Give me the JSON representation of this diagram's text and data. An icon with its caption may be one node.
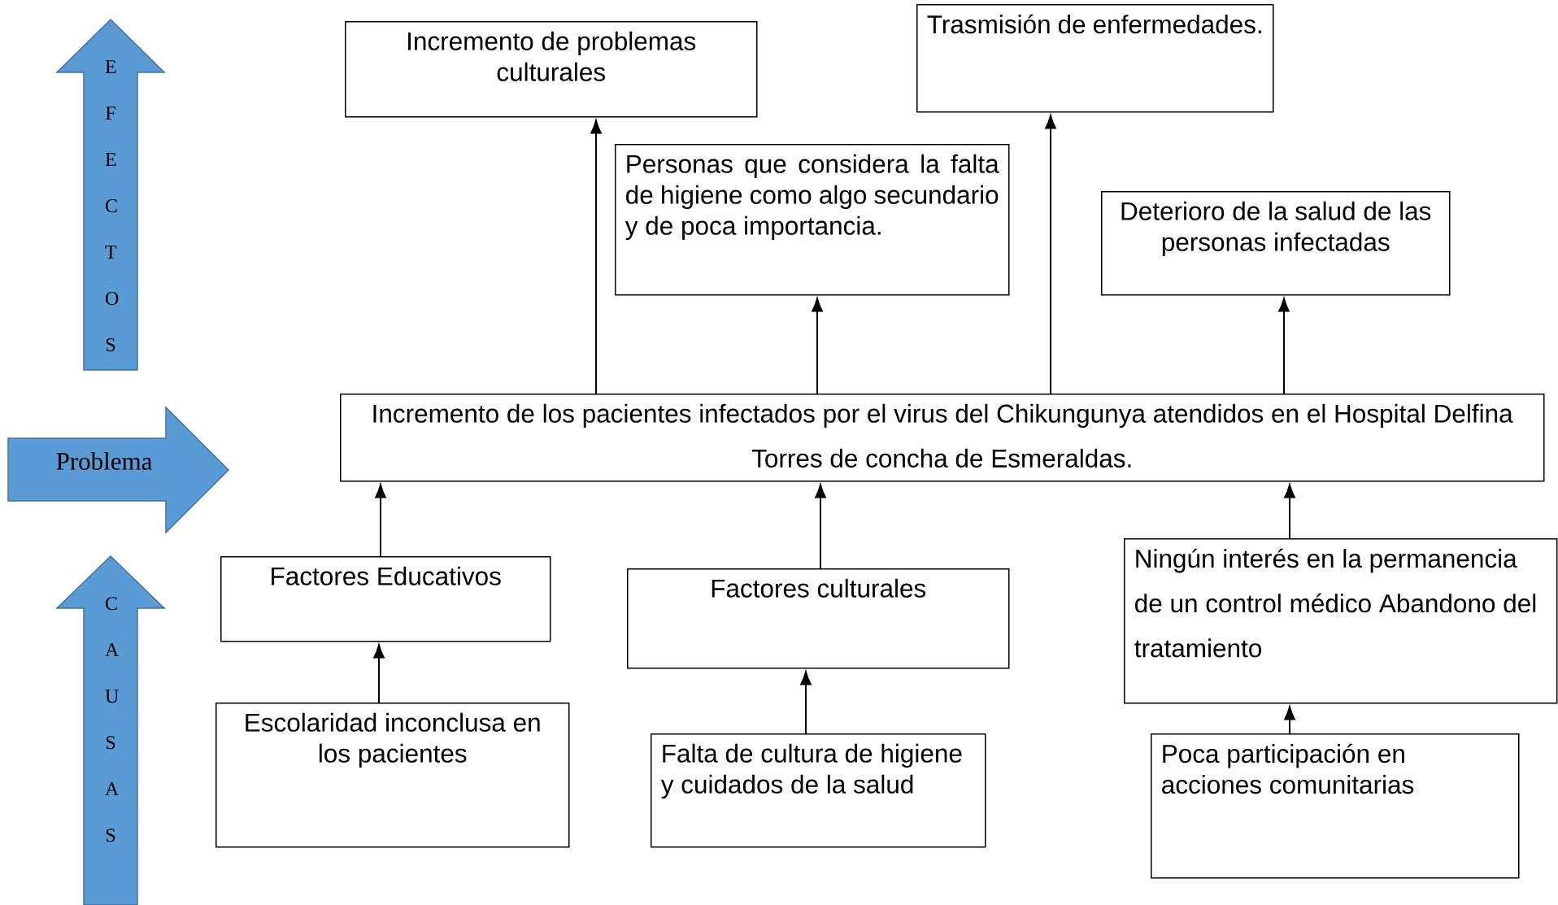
{
  "diagram": {
    "nodes": [
      {
        "text": [
          "Incremento de problemas culturales"
        ]
      },
      {
        "text": [
          "Trasmisión de enfermedades."
        ]
      },
      {
        "text": [
          "Personas que considera la falta de higiene como algo secundario y de poca importancia."
        ]
      },
      {
        "text": [
          "Deterioro de la salud de las personas infectadas"
        ]
      },
      {
        "text": [
          "Incremento de los pacientes infectados por el virus del Chikungunya atendidos en el Hospital Delfina Torres de concha de Esmeraldas."
        ]
      },
      {
        "text": [
          "Factores Educativos"
        ]
      },
      {
        "text": [
          "Factores culturales"
        ]
      },
      {
        "text": [
          "Ningún interés en la permanencia de un control médico Abandono del tratamiento"
        ]
      },
      {
        "text": [
          "Escolaridad inconclusa en los pacientes"
        ]
      },
      {
        "text": [
          "Falta de cultura de higiene y cuidados de la salud"
        ]
      },
      {
        "text": [
          "Poca participación en acciones comunitarias"
        ]
      },
      {
        "text": [
          "Problema"
        ]
      },
      {
        "text": [
          "E F E C T O S"
        ]
      },
      {
        "text": [
          "C A U S A S"
        ]
      }
    ],
    "edges": [
      {
        "from": 4,
        "to": 0,
        "arrow": "to"
      },
      {
        "from": 4,
        "to": 2,
        "arrow": "to"
      },
      {
        "from": 4,
        "to": 1,
        "arrow": "to"
      },
      {
        "from": 4,
        "to": 3,
        "arrow": "to"
      },
      {
        "from": 5,
        "to": 4,
        "arrow": "to"
      },
      {
        "from": 6,
        "to": 4,
        "arrow": "to"
      },
      {
        "from": 7,
        "to": 4,
        "arrow": "to"
      },
      {
        "from": 8,
        "to": 5,
        "arrow": "to"
      },
      {
        "from": 9,
        "to": 6,
        "arrow": "to"
      },
      {
        "from": 10,
        "to": 7,
        "arrow": "to"
      }
    ]
  }
}
